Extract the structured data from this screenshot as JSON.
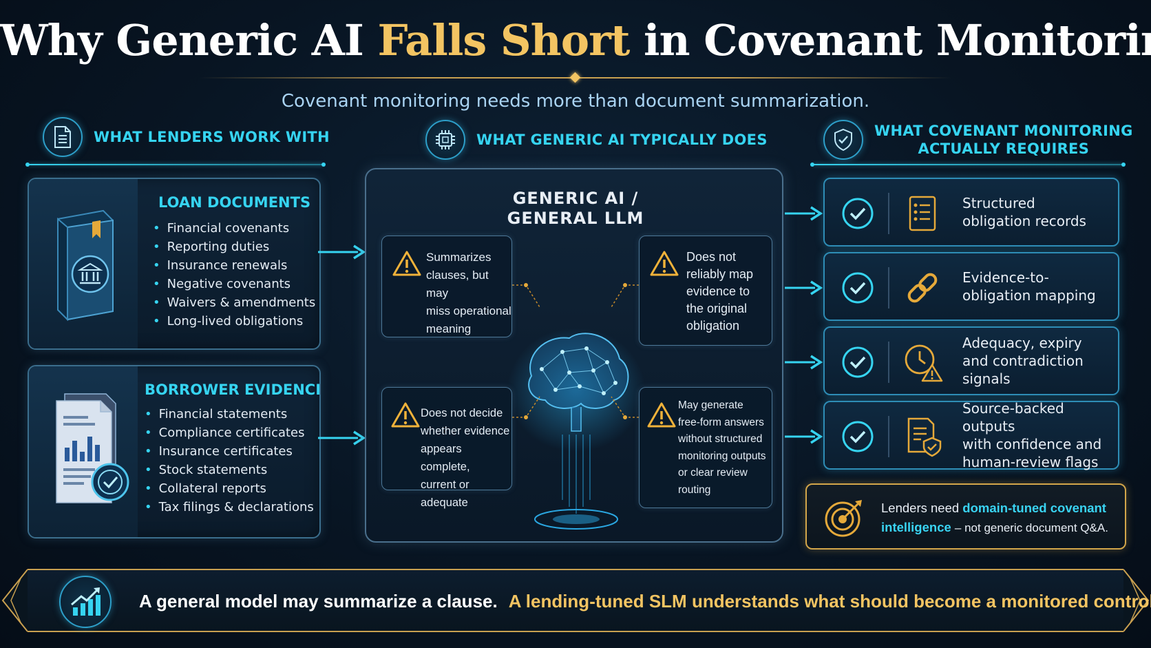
{
  "title": {
    "part1": "Why Generic AI",
    "highlight": "Falls Short",
    "part2": "in Covenant Monitoring"
  },
  "subtitle": "Covenant monitoring needs more than document summarization.",
  "columns": {
    "left_header": "WHAT LENDERS WORK WITH",
    "center_header": "WHAT GENERIC AI TYPICALLY DOES",
    "right_header_line1": "WHAT COVENANT MONITORING",
    "right_header_line2": "ACTUALLY REQUIRES"
  },
  "loan_documents": {
    "title": "LOAN DOCUMENTS",
    "items": [
      "Financial covenants",
      "Reporting duties",
      "Insurance renewals",
      "Negative covenants",
      "Waivers & amendments",
      "Long-lived obligations"
    ]
  },
  "borrower_evidence": {
    "title": "BORROWER EVIDENCE",
    "items": [
      "Financial statements",
      "Compliance certificates",
      "Insurance certificates",
      "Stock statements",
      "Collateral reports",
      "Tax filings & declarations"
    ]
  },
  "generic_ai": {
    "title_line1": "GENERIC AI /",
    "title_line2": "GENERAL LLM",
    "warnings": [
      {
        "lines": [
          "Summarizes",
          "clauses, but may",
          "miss operational",
          "meaning"
        ]
      },
      {
        "lines": [
          "Does not",
          "reliably map",
          "evidence to",
          "the original",
          "obligation"
        ]
      },
      {
        "lines": [
          "Does not decide",
          "whether evidence",
          "appears complete,",
          "current or adequate"
        ]
      },
      {
        "lines": [
          "May generate",
          "free-form answers",
          "without structured",
          "monitoring outputs",
          "or clear review",
          "routing"
        ]
      }
    ]
  },
  "requirements": [
    {
      "lines": [
        "Structured",
        "obligation records"
      ],
      "icon": "checklist-icon"
    },
    {
      "lines": [
        "Evidence-to-",
        "obligation mapping"
      ],
      "icon": "link-icon"
    },
    {
      "lines": [
        "Adequacy, expiry",
        "and contradiction",
        "signals"
      ],
      "icon": "clock-warning-icon"
    },
    {
      "lines": [
        "Source-backed outputs",
        "with confidence and",
        "human-review flags"
      ],
      "icon": "document-shield-icon"
    }
  ],
  "need_box": {
    "prefix": "Lenders need",
    "highlight": "domain-tuned covenant intelligence",
    "suffix": "– not generic document Q&A."
  },
  "banner": {
    "white_text": "A general model may summarize a clause.",
    "gold_text": "A lending-tuned SLM understands what should become a monitored control."
  },
  "colors": {
    "cyan": "#36d4f1",
    "gold": "#f3c462",
    "warning": "#f0b23a",
    "background": "#081523"
  }
}
